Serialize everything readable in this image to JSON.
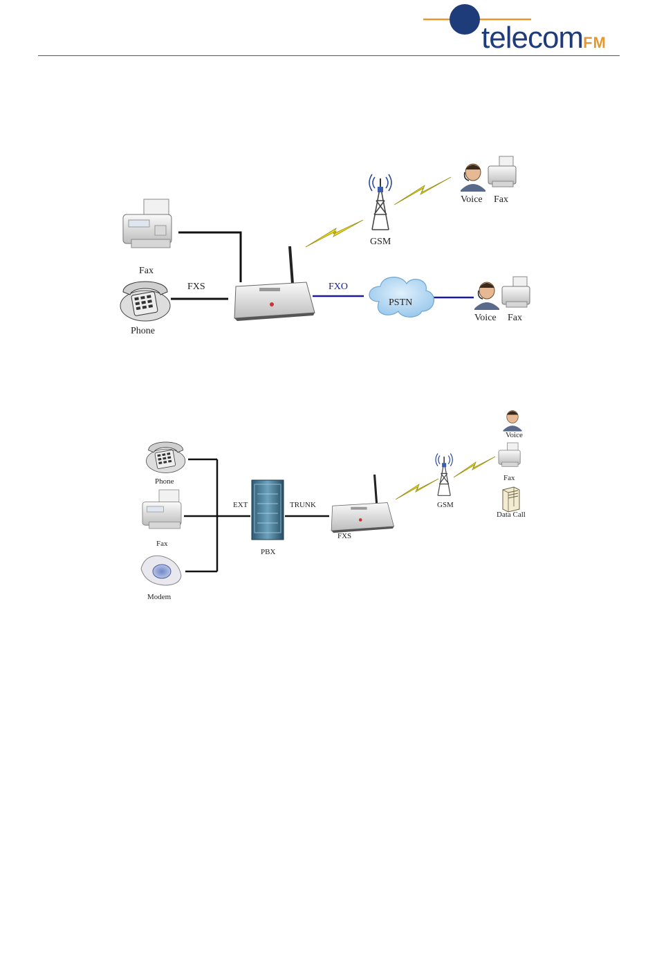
{
  "header": {
    "logo_word": "telecom",
    "logo_suffix": "FM",
    "colors": {
      "brand_blue": "#1e3c7a",
      "brand_orange": "#e8962e"
    }
  },
  "diagram1": {
    "left_fax": "Fax",
    "left_phone": "Phone",
    "fxs": "FXS",
    "fxo": "FXO",
    "gsm": "GSM",
    "pstn": "PSTN",
    "gsm_voice": "Voice",
    "gsm_fax": "Fax",
    "pstn_voice": "Voice",
    "pstn_fax": "Fax",
    "colors": {
      "fxo_link": "#1a1aa0",
      "lightning": "#e8d81e",
      "cloud": "#a9d4f2"
    }
  },
  "diagram2": {
    "phone": "Phone",
    "fax": "Fax",
    "modem": "Modem",
    "ext": "EXT",
    "trunk": "TRUNK",
    "pbx": "PBX",
    "fxs": "FXS",
    "gsm": "GSM",
    "voice": "Voice",
    "fax_right": "Fax",
    "data_call": "Data Call"
  }
}
